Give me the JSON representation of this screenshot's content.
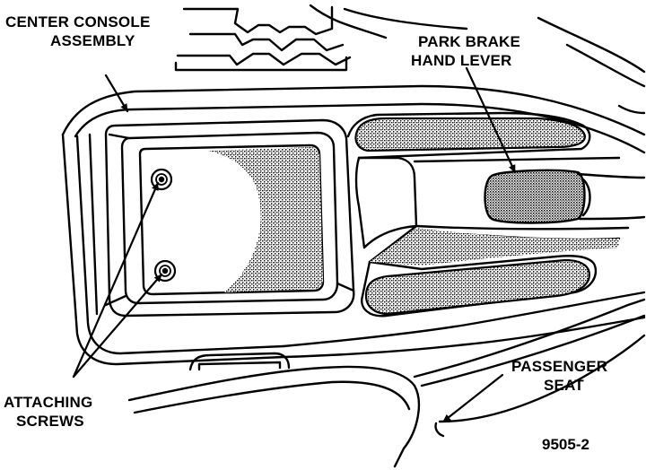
{
  "callouts": {
    "center_console": [
      "CENTER CONSOLE",
      "ASSEMBLY"
    ],
    "park_brake": [
      "PARK BRAKE",
      "HAND LEVER"
    ],
    "attaching_screws": [
      "ATTACHING",
      "SCREWS"
    ],
    "passenger_seat": [
      "PASSENGER",
      "SEAT"
    ]
  },
  "figure_number": "9505-2",
  "colors": {
    "ink": "#000000",
    "paper": "#ffffff",
    "stipple": "#8a8a8a"
  }
}
